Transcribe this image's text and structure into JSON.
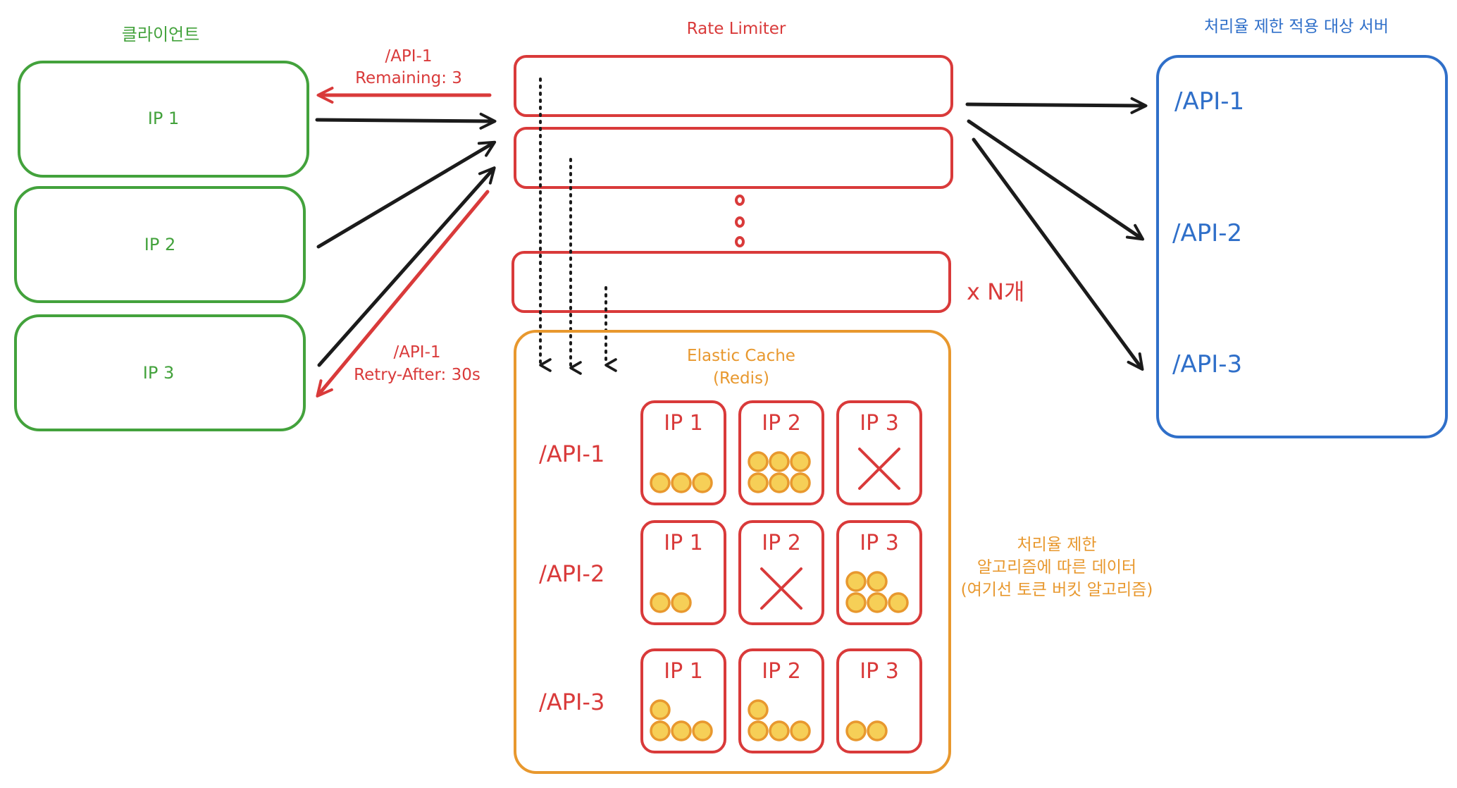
{
  "colors": {
    "green": "#43a23c",
    "red": "#d93a3a",
    "blue": "#2f6fc9",
    "orange": "#e8982e",
    "coin_fill": "#f6cf57",
    "black": "#1b1b1b"
  },
  "clients": {
    "title": "클라이언트",
    "items": [
      {
        "label": "IP 1"
      },
      {
        "label": "IP 2"
      },
      {
        "label": "IP 3"
      }
    ]
  },
  "limiter": {
    "title": "Rate Limiter",
    "multiplier": "x N개"
  },
  "responses": {
    "remaining": {
      "line1": "/API-1",
      "line2": "Remaining: 3"
    },
    "retry": {
      "line1": "/API-1",
      "line2": "Retry-After: 30s"
    }
  },
  "cache": {
    "title_line1": "Elastic Cache",
    "title_line2": "(Redis)",
    "rows": [
      {
        "label": "/API-1",
        "cells": [
          {
            "ip": "IP 1",
            "tokens": 3,
            "blocked": false
          },
          {
            "ip": "IP 2",
            "tokens": 6,
            "blocked": false
          },
          {
            "ip": "IP 3",
            "tokens": 0,
            "blocked": true
          }
        ]
      },
      {
        "label": "/API-2",
        "cells": [
          {
            "ip": "IP 1",
            "tokens": 2,
            "blocked": false
          },
          {
            "ip": "IP 2",
            "tokens": 0,
            "blocked": true
          },
          {
            "ip": "IP 3",
            "tokens": 5,
            "blocked": false
          }
        ]
      },
      {
        "label": "/API-3",
        "cells": [
          {
            "ip": "IP 1",
            "tokens": 4,
            "blocked": false
          },
          {
            "ip": "IP 2",
            "tokens": 4,
            "blocked": false
          },
          {
            "ip": "IP 3",
            "tokens": 2,
            "blocked": false
          }
        ]
      }
    ]
  },
  "algorithm_note": {
    "line1": "처리율 제한",
    "line2": "알고리즘에 따른 데이터",
    "line3": "(여기선 토큰 버킷 알고리즘)"
  },
  "server": {
    "title": "처리율 제한 적용 대상 서버",
    "apis": [
      "/API-1",
      "/API-2",
      "/API-3"
    ]
  }
}
